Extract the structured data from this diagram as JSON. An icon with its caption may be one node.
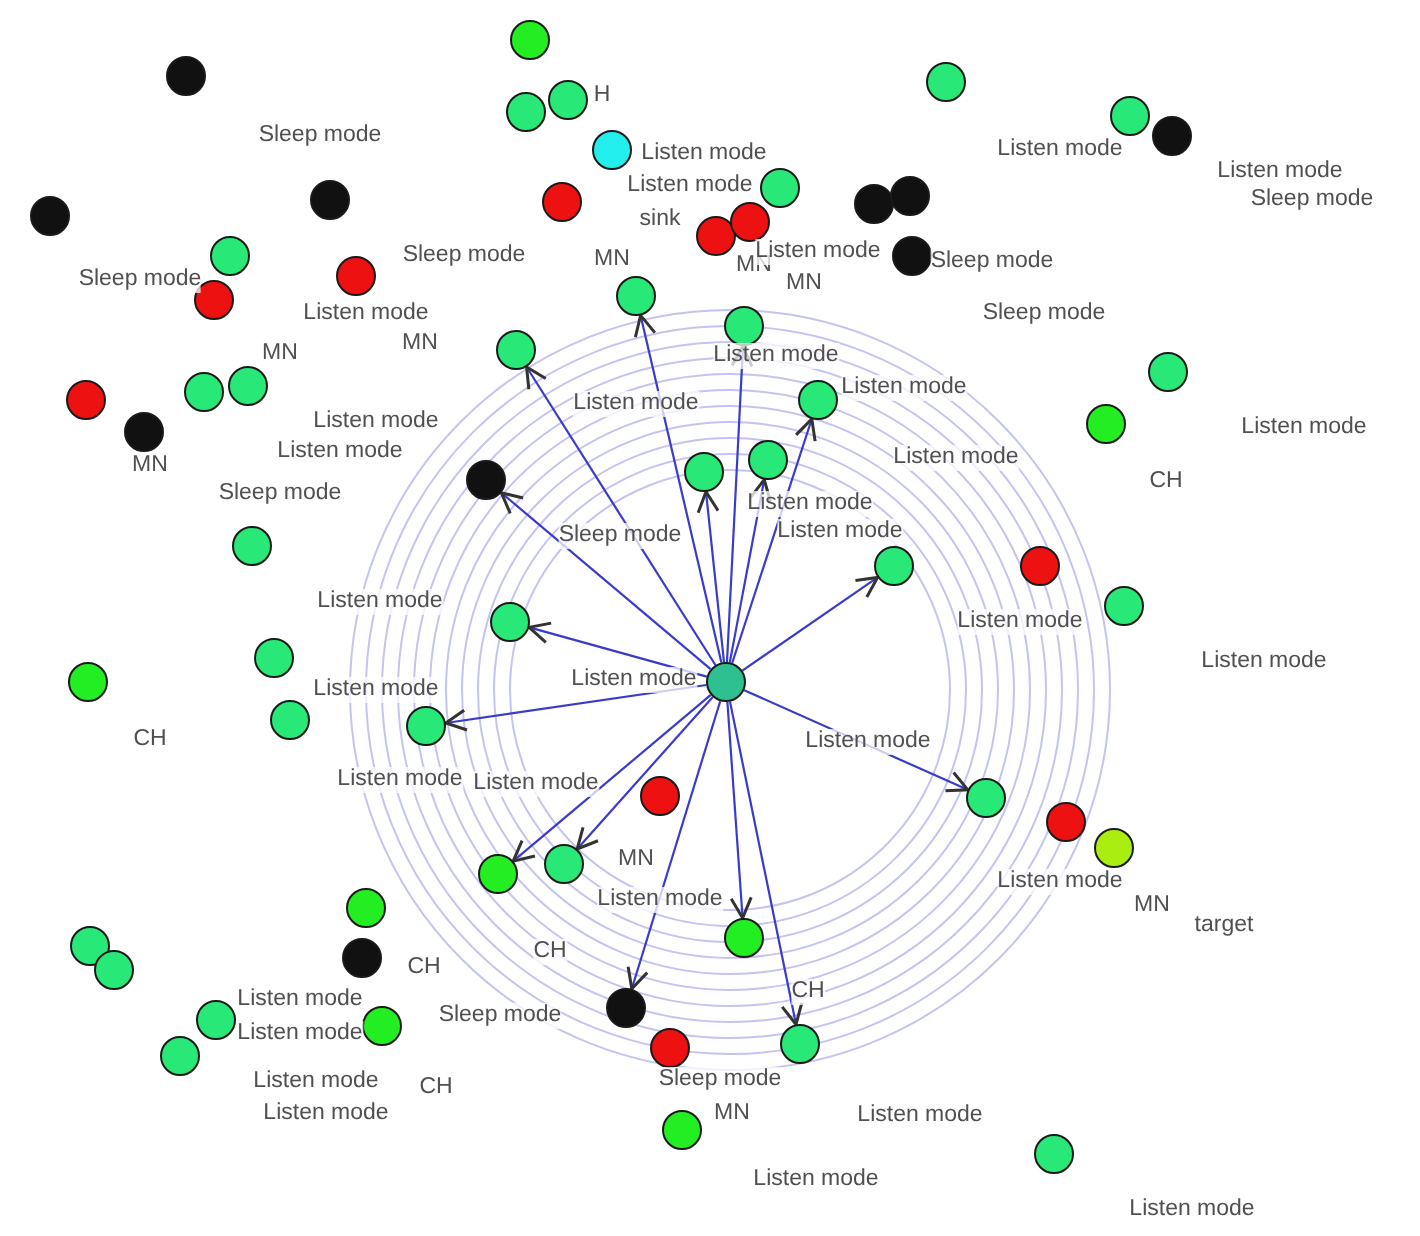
{
  "diagram": {
    "nodes": [
      {
        "text": [],
        "shape": "circle"
      },
      {
        "text": [],
        "shape": "circle"
      },
      {
        "text": [],
        "shape": "circle"
      },
      {
        "text": [],
        "shape": "circle"
      },
      {
        "text": [],
        "shape": "circle"
      },
      {
        "text": [],
        "shape": "circle"
      },
      {
        "text": [],
        "shape": "circle"
      },
      {
        "text": [],
        "shape": "circle"
      },
      {
        "text": [],
        "shape": "circle"
      },
      {
        "text": [],
        "shape": "circle"
      },
      {
        "text": [],
        "shape": "circle"
      },
      {
        "text": [],
        "shape": "circle"
      },
      {
        "text": [],
        "shape": "circle"
      },
      {
        "text": [],
        "shape": "circle"
      },
      {
        "text": [],
        "shape": "circle"
      },
      {
        "text": [],
        "shape": "circle"
      },
      {
        "text": [],
        "shape": "circle"
      },
      {
        "text": [],
        "shape": "circle"
      },
      {
        "text": [],
        "shape": "circle"
      },
      {
        "text": [],
        "shape": "circle"
      },
      {
        "text": [],
        "shape": "circle"
      },
      {
        "text": [],
        "shape": "circle"
      },
      {
        "text": [],
        "shape": "circle"
      },
      {
        "text": [],
        "shape": "circle"
      },
      {
        "text": [],
        "shape": "circle"
      },
      {
        "text": [],
        "shape": "circle"
      },
      {
        "text": [],
        "shape": "circle"
      },
      {
        "text": [],
        "shape": "circle"
      },
      {
        "text": [],
        "shape": "circle"
      },
      {
        "text": [],
        "shape": "circle"
      },
      {
        "text": [],
        "shape": "circle"
      },
      {
        "text": [],
        "shape": "circle"
      },
      {
        "text": [],
        "shape": "circle"
      },
      {
        "text": [],
        "shape": "circle"
      },
      {
        "text": [],
        "shape": "circle"
      },
      {
        "text": [],
        "shape": "circle"
      },
      {
        "text": [],
        "shape": "circle"
      },
      {
        "text": [],
        "shape": "circle"
      },
      {
        "text": [],
        "shape": "circle"
      },
      {
        "text": [],
        "shape": "circle"
      },
      {
        "text": [],
        "shape": "circle"
      },
      {
        "text": [],
        "shape": "circle"
      },
      {
        "text": [],
        "shape": "circle"
      },
      {
        "text": [],
        "shape": "circle"
      },
      {
        "text": [],
        "shape": "circle"
      },
      {
        "text": [],
        "shape": "circle"
      },
      {
        "text": [],
        "shape": "circle"
      },
      {
        "text": [],
        "shape": "circle"
      },
      {
        "text": [],
        "shape": "circle"
      },
      {
        "text": [],
        "shape": "circle"
      },
      {
        "text": [],
        "shape": "circle"
      },
      {
        "text": [],
        "shape": "circle"
      },
      {
        "text": [],
        "shape": "circle"
      },
      {
        "text": [],
        "shape": "circle"
      },
      {
        "text": [],
        "shape": "circle"
      },
      {
        "text": [],
        "shape": "circle"
      },
      {
        "text": [],
        "shape": "circle"
      },
      {
        "text": [],
        "shape": "circle"
      },
      {
        "text": [],
        "shape": "circle"
      },
      {
        "text": [],
        "shape": "circle"
      },
      {
        "text": [],
        "shape": "circle"
      },
      {
        "text": [],
        "shape": "circle"
      }
    ],
    "edges": [
      {
        "from": 42,
        "to": 20,
        "arrow": "to"
      },
      {
        "from": 42,
        "to": 19,
        "arrow": "to"
      },
      {
        "from": 42,
        "to": 21,
        "arrow": "to"
      },
      {
        "from": 42,
        "to": 31,
        "arrow": "to"
      },
      {
        "from": 42,
        "to": 32,
        "arrow": "to"
      },
      {
        "from": 42,
        "to": 28,
        "arrow": "to"
      },
      {
        "from": 42,
        "to": 34,
        "arrow": "to"
      },
      {
        "from": 42,
        "to": 33,
        "arrow": "to"
      },
      {
        "from": 42,
        "to": 37,
        "arrow": "to"
      },
      {
        "from": 42,
        "to": 40,
        "arrow": "to"
      },
      {
        "from": 42,
        "to": 47,
        "arrow": "to"
      },
      {
        "from": 42,
        "to": 48,
        "arrow": "to"
      },
      {
        "from": 42,
        "to": 57,
        "arrow": "to"
      },
      {
        "from": 42,
        "to": 49,
        "arrow": "to"
      },
      {
        "from": 42,
        "to": 59,
        "arrow": "to"
      },
      {
        "from": 42,
        "to": 44,
        "arrow": "to"
      }
    ],
    "labels": [
      "H",
      "Sleep mode",
      "Listen mode",
      "Listen mode",
      "Listen mode",
      "Listen mode",
      "Sleep mode",
      "sink",
      "Sleep mode",
      "MN",
      "MN",
      "Listen mode",
      "Sleep mode",
      "Sleep mode",
      "MN",
      "Listen mode",
      "Sleep mode",
      "MN",
      "MN",
      "Listen mode",
      "Listen mode",
      "Listen mode",
      "Listen mode",
      "Listen mode",
      "MN",
      "Listen mode",
      "Listen mode",
      "Sleep mode",
      "Listen mode",
      "CH",
      "Sleep mode",
      "Listen mode",
      "Listen mode",
      "Listen mode",
      "Listen mode",
      "Listen mode",
      "Listen mode",
      "CH",
      "Listen mode",
      "Listen mode",
      "Listen mode",
      "MN",
      "Listen mode",
      "Listen mode",
      "MN",
      "target",
      "CH",
      "CH",
      "Listen mode",
      "CH",
      "Sleep mode",
      "Listen mode",
      "Listen mode",
      "CH",
      "Sleep mode",
      "Listen mode",
      "MN",
      "Listen mode",
      "Listen mode",
      "Listen mode"
    ]
  }
}
